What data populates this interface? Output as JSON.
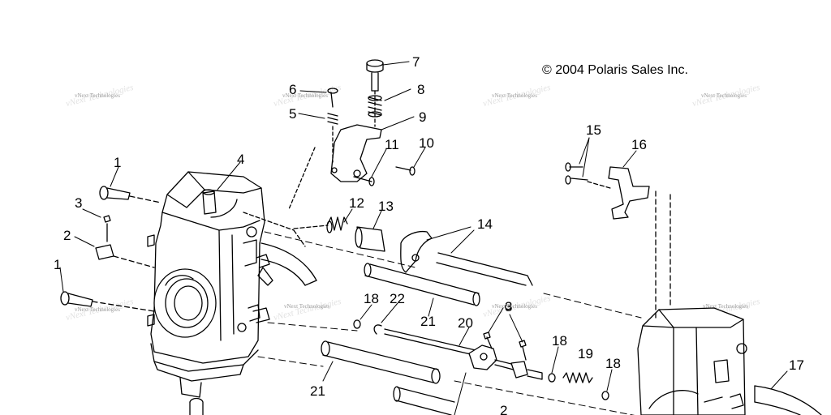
{
  "copyright": "© 2004 Polaris Sales Inc.",
  "watermark": "vNext Technologies",
  "callouts": [
    "1",
    "1",
    "2",
    "2",
    "3",
    "3",
    "4",
    "5",
    "6",
    "7",
    "8",
    "9",
    "10",
    "11",
    "12",
    "13",
    "14",
    "15",
    "16",
    "17",
    "18",
    "18",
    "18",
    "19",
    "20",
    "21",
    "21",
    "22"
  ]
}
